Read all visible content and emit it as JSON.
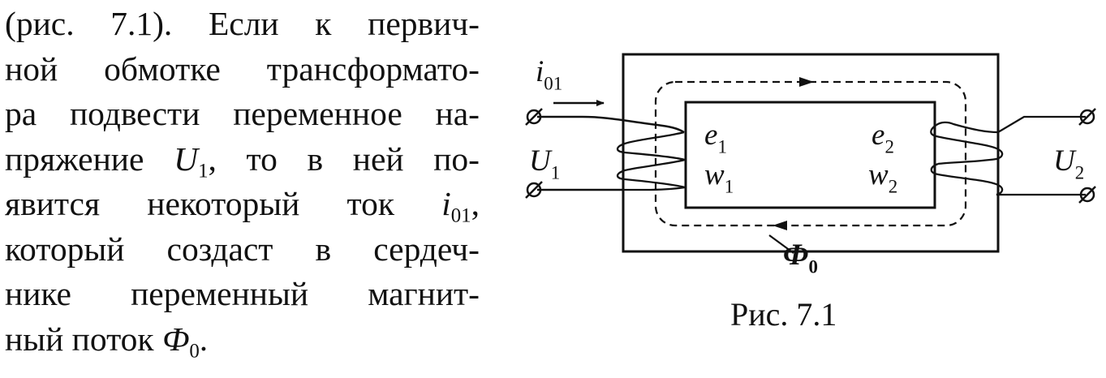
{
  "paragraph": {
    "l1": "(рис. 7.1). Если к первич-",
    "l2": "ной обмотке трансформато-",
    "l3": "ра подвести переменное на-",
    "l4_a": "пряжение ",
    "l4_var": "U",
    "l4_sub": "1",
    "l4_b": ", то в ней по-",
    "l5_a": "явится некоторый ток ",
    "l5_var": "i",
    "l5_sub": "01",
    "l5_b": ",",
    "l6": "который создаст в сердеч-",
    "l7": "нике переменный магнит-",
    "l8_a": "ный поток ",
    "l8_var": "Ф",
    "l8_sub": "0",
    "l8_b": "."
  },
  "figure": {
    "labels": {
      "i01": {
        "main": "i",
        "sub": "01"
      },
      "U1": {
        "main": "U",
        "sub": "1"
      },
      "U2": {
        "main": "U",
        "sub": "2"
      },
      "e1": {
        "main": "e",
        "sub": "1"
      },
      "w1": {
        "main": "w",
        "sub": "1"
      },
      "e2": {
        "main": "e",
        "sub": "2"
      },
      "w2": {
        "main": "w",
        "sub": "2"
      },
      "phi0": {
        "main": "Ф",
        "sub": "0"
      }
    },
    "terminal_symbol": "Ø",
    "caption": "Рис. 7.1"
  }
}
